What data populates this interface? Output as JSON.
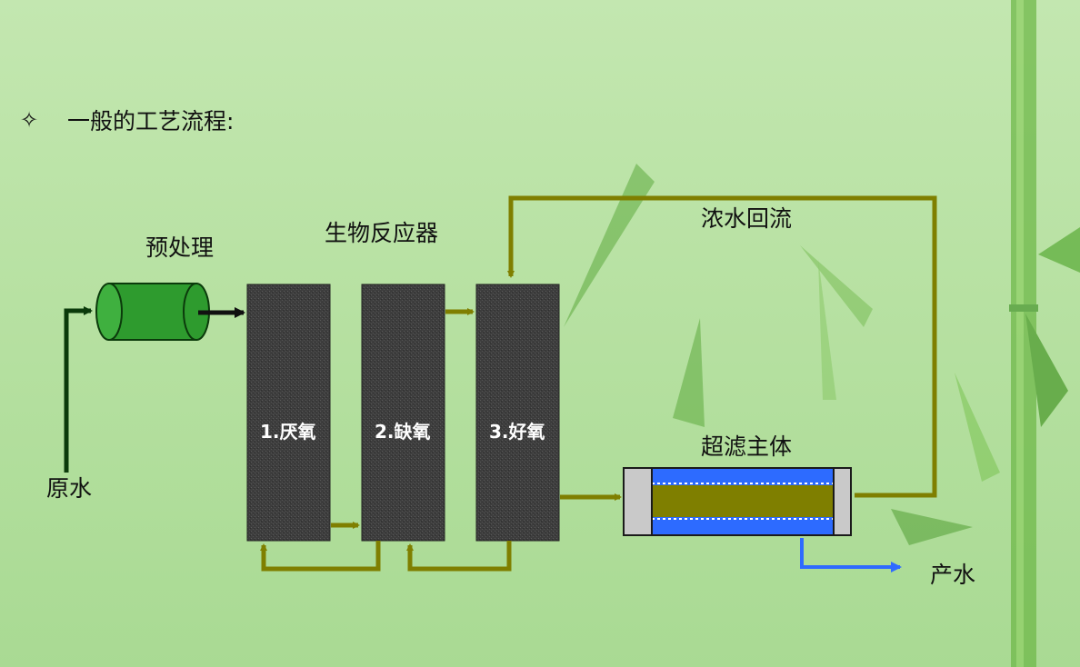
{
  "heading": {
    "bullet": "✧",
    "text": "一般的工艺流程:"
  },
  "labels": {
    "pretreatment": "预处理",
    "bioreactor": "生物反应器",
    "raw_water": "原水",
    "concentrate_return": "浓水回流",
    "uf_main": "超滤主体",
    "product_water": "产水"
  },
  "reactors": [
    {
      "label": "1.厌氧"
    },
    {
      "label": "2.缺氧"
    },
    {
      "label": "3.好氧"
    }
  ],
  "colors": {
    "flow_olive": "#7f7f00",
    "flow_dark": "#0b3a0b",
    "product_blue": "#2f6bff",
    "reactor": "#3e3e3e",
    "pretreat_tank": "#2e9b2e",
    "uf_blue": "#2d6bff",
    "uf_core": "#7f7f00"
  }
}
